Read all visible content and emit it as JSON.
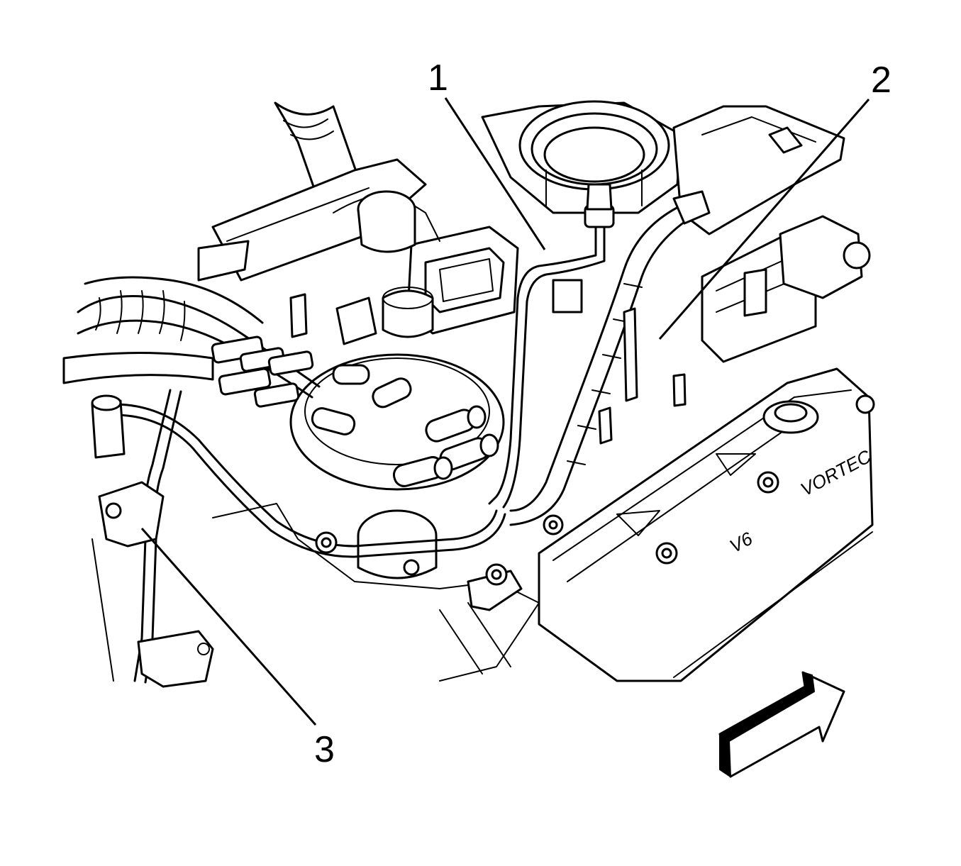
{
  "callouts": [
    {
      "id": "1",
      "label": "1"
    },
    {
      "id": "2",
      "label": "2"
    },
    {
      "id": "3",
      "label": "3"
    }
  ],
  "embossed_text": {
    "valve_cover_brand": "VORTEC",
    "engine_badge": "V6"
  },
  "icons": {
    "direction_arrow": "front-direction-arrow-icon"
  },
  "colors": {
    "ink": "#000000",
    "paper": "#ffffff"
  }
}
